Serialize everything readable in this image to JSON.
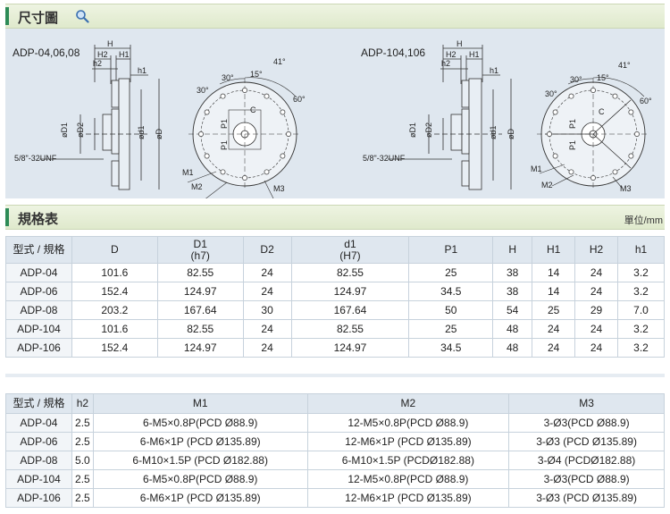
{
  "section1": {
    "title": "尺寸圖",
    "icon": "magnifier-icon"
  },
  "drawing": {
    "left": {
      "model": "ADP-04,06,08",
      "dims": {
        "H": "H",
        "H2": "H2",
        "H1": "H1",
        "h2": "h2",
        "h1": "h1",
        "D1": "øD1",
        "D2": "øD2",
        "d1": "ød1",
        "D": "øD",
        "thread": "5/8\"-32UNF"
      },
      "front": {
        "a1": "41°",
        "a2": "15°",
        "a3": "30°",
        "a4": "30°",
        "a5": "60°",
        "C": "C",
        "P1a": "P1",
        "P1b": "P1",
        "M1": "M1",
        "M2": "M2",
        "M3": "M3"
      }
    },
    "right": {
      "model": "ADP-104,106",
      "dims": {
        "H": "H",
        "H2": "H2",
        "H1": "H1",
        "h2": "h2",
        "h1": "h1",
        "D1": "øD1",
        "D2": "øD2",
        "d1": "ød1",
        "D": "øD",
        "thread": "5/8\"-32UNF"
      },
      "front": {
        "a1": "41°",
        "a2": "15°",
        "a3": "30°",
        "a4": "30°",
        "a5": "60°",
        "C": "C",
        "P1a": "P1",
        "P1b": "P1",
        "M1": "M1",
        "M2": "M2",
        "M3": "M3"
      }
    }
  },
  "section2": {
    "title": "規格表",
    "unit": "單位/mm"
  },
  "table1": {
    "headers": [
      {
        "line1": "型式 / 規格",
        "line2": ""
      },
      {
        "line1": "D",
        "line2": ""
      },
      {
        "line1": "D1",
        "line2": "(h7)"
      },
      {
        "line1": "D2",
        "line2": ""
      },
      {
        "line1": "d1",
        "line2": "(H7)"
      },
      {
        "line1": "P1",
        "line2": ""
      },
      {
        "line1": "H",
        "line2": ""
      },
      {
        "line1": "H1",
        "line2": ""
      },
      {
        "line1": "H2",
        "line2": ""
      },
      {
        "line1": "h1",
        "line2": ""
      }
    ],
    "rows": [
      [
        "ADP-04",
        "101.6",
        "82.55",
        "24",
        "82.55",
        "25",
        "38",
        "14",
        "24",
        "3.2"
      ],
      [
        "ADP-06",
        "152.4",
        "124.97",
        "24",
        "124.97",
        "34.5",
        "38",
        "14",
        "24",
        "3.2"
      ],
      [
        "ADP-08",
        "203.2",
        "167.64",
        "30",
        "167.64",
        "50",
        "54",
        "25",
        "29",
        "7.0"
      ],
      [
        "ADP-104",
        "101.6",
        "82.55",
        "24",
        "82.55",
        "25",
        "48",
        "24",
        "24",
        "3.2"
      ],
      [
        "ADP-106",
        "152.4",
        "124.97",
        "24",
        "124.97",
        "34.5",
        "48",
        "24",
        "24",
        "3.2"
      ]
    ]
  },
  "table2": {
    "headers": [
      "型式 / 規格",
      "h2",
      "M1",
      "M2",
      "M3"
    ],
    "rows": [
      [
        "ADP-04",
        "2.5",
        "6-M5×0.8P(PCD Ø88.9)",
        "12-M5×0.8P(PCD Ø88.9)",
        "3-Ø3(PCD Ø88.9)"
      ],
      [
        "ADP-06",
        "2.5",
        "6-M6×1P (PCD Ø135.89)",
        "12-M6×1P (PCD Ø135.89)",
        "3-Ø3 (PCD Ø135.89)"
      ],
      [
        "ADP-08",
        "5.0",
        "6-M10×1.5P (PCD Ø182.88)",
        "6-M10×1.5P (PCDØ182.88)",
        "3-Ø4 (PCDØ182.88)"
      ],
      [
        "ADP-104",
        "2.5",
        "6-M5×0.8P(PCD Ø88.9)",
        "12-M5×0.8P(PCD Ø88.9)",
        "3-Ø3(PCD Ø88.9)"
      ],
      [
        "ADP-106",
        "2.5",
        "6-M6×1P (PCD Ø135.89)",
        "12-M6×1P (PCD Ø135.89)",
        "3-Ø3 (PCD Ø135.89)"
      ]
    ]
  }
}
